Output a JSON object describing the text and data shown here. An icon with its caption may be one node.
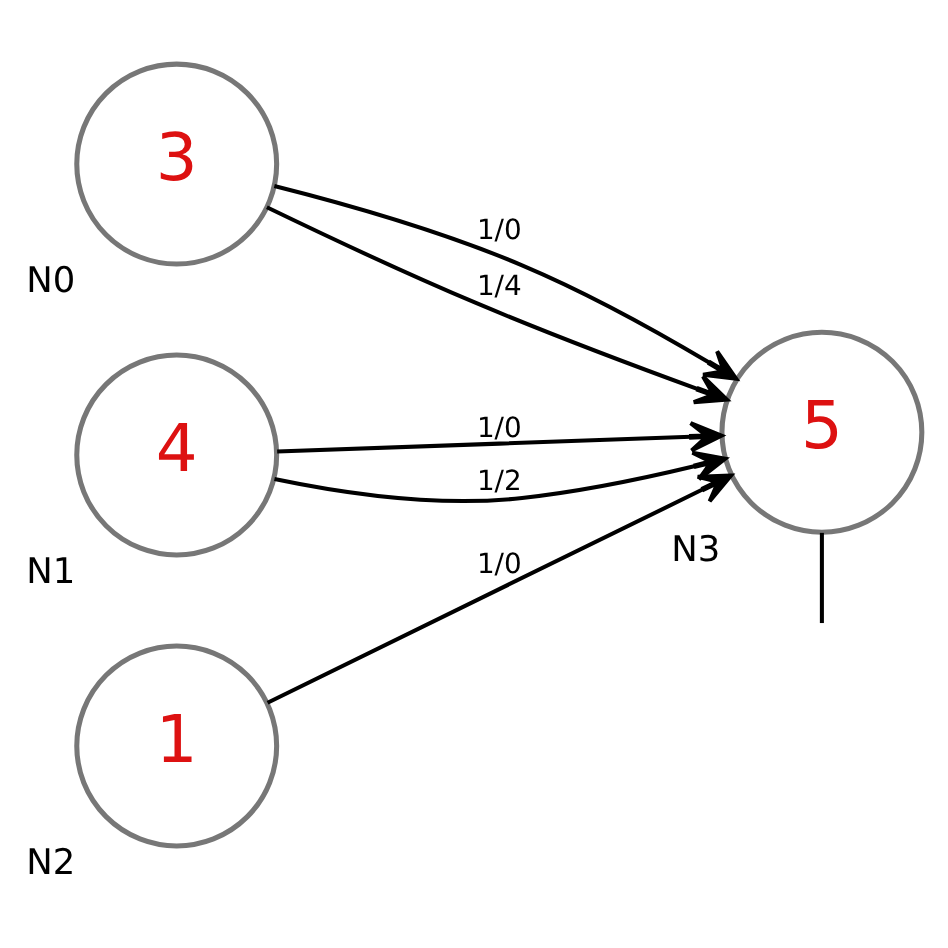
{
  "diagram": {
    "nodes": [
      {
        "text": [
          "3"
        ],
        "beside": [
          "N0"
        ]
      },
      {
        "text": [
          "4"
        ],
        "beside": [
          "N1"
        ]
      },
      {
        "text": [
          "1"
        ],
        "beside": [
          "N2"
        ]
      },
      {
        "text": [
          "5"
        ],
        "beside": [
          "N3"
        ]
      }
    ],
    "edges": [
      {
        "from": 0,
        "to": 3,
        "arrow": "to",
        "label": "1/0"
      },
      {
        "from": 0,
        "to": 3,
        "arrow": "to",
        "label": "1/4"
      },
      {
        "from": 1,
        "to": 3,
        "arrow": "to",
        "label": "1/0"
      },
      {
        "from": 1,
        "to": 3,
        "arrow": "to",
        "label": "1/2"
      },
      {
        "from": 2,
        "to": 3,
        "arrow": "to",
        "label": "1/0"
      },
      {
        "from": 3,
        "to": null,
        "arrow": "none"
      }
    ]
  }
}
